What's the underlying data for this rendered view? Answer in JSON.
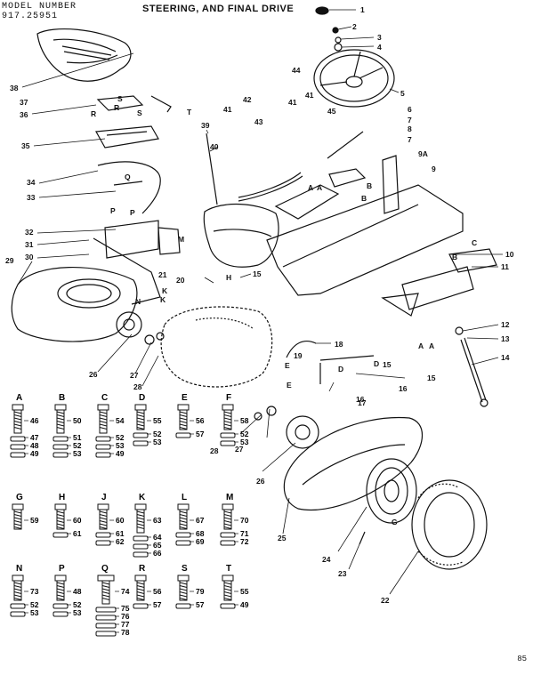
{
  "header": {
    "model_label": "MODEL NUMBER",
    "model_number": "917.25951",
    "title": "STEERING, AND FINAL DRIVE"
  },
  "page_number": "85",
  "callouts": [
    "1",
    "2",
    "3",
    "4",
    "5",
    "6",
    "7",
    "8",
    "7",
    "9A",
    "9",
    "10",
    "11",
    "12",
    "13",
    "14",
    "15",
    "16",
    "17",
    "18",
    "19",
    "15",
    "16",
    "15",
    "20",
    "21",
    "22",
    "23",
    "24",
    "25",
    "26",
    "27",
    "28",
    "26",
    "27",
    "28",
    "29",
    "30",
    "31",
    "32",
    "33",
    "34",
    "35",
    "36",
    "37",
    "38",
    "39",
    "40",
    "41",
    "42",
    "43",
    "44",
    "41",
    "45",
    "41"
  ],
  "inline_letters": [
    "A",
    "A",
    "B",
    "B",
    "C",
    "B",
    "A",
    "A",
    "D",
    "D",
    "E",
    "E",
    "G",
    "H",
    "K",
    "K",
    "M",
    "N",
    "P",
    "P",
    "Q",
    "R",
    "R",
    "S",
    "S",
    "T"
  ],
  "hardware_table": [
    {
      "letter": "A",
      "parts": [
        "46",
        "47",
        "48",
        "49"
      ]
    },
    {
      "letter": "B",
      "parts": [
        "50",
        "51",
        "52",
        "53"
      ]
    },
    {
      "letter": "C",
      "parts": [
        "54",
        "52",
        "53",
        "49"
      ]
    },
    {
      "letter": "D",
      "parts": [
        "55",
        "52",
        "53"
      ]
    },
    {
      "letter": "E",
      "parts": [
        "56",
        "57"
      ]
    },
    {
      "letter": "F",
      "parts": [
        "58",
        "52",
        "53"
      ]
    },
    {
      "letter": "G",
      "parts": [
        "59"
      ]
    },
    {
      "letter": "H",
      "parts": [
        "60",
        "61"
      ]
    },
    {
      "letter": "J",
      "parts": [
        "60",
        "61",
        "62"
      ]
    },
    {
      "letter": "K",
      "parts": [
        "63",
        "64",
        "65",
        "66"
      ]
    },
    {
      "letter": "L",
      "parts": [
        "67",
        "68",
        "69"
      ]
    },
    {
      "letter": "M",
      "parts": [
        "70",
        "71",
        "72"
      ]
    },
    {
      "letter": "N",
      "parts": [
        "73",
        "52",
        "53"
      ]
    },
    {
      "letter": "P",
      "parts": [
        "48",
        "52",
        "53"
      ]
    },
    {
      "letter": "Q",
      "parts": [
        "74",
        "75",
        "76",
        "77",
        "78"
      ]
    },
    {
      "letter": "R",
      "parts": [
        "56",
        "57"
      ]
    },
    {
      "letter": "S",
      "parts": [
        "79",
        "57"
      ]
    },
    {
      "letter": "T",
      "parts": [
        "55",
        "49"
      ]
    }
  ]
}
